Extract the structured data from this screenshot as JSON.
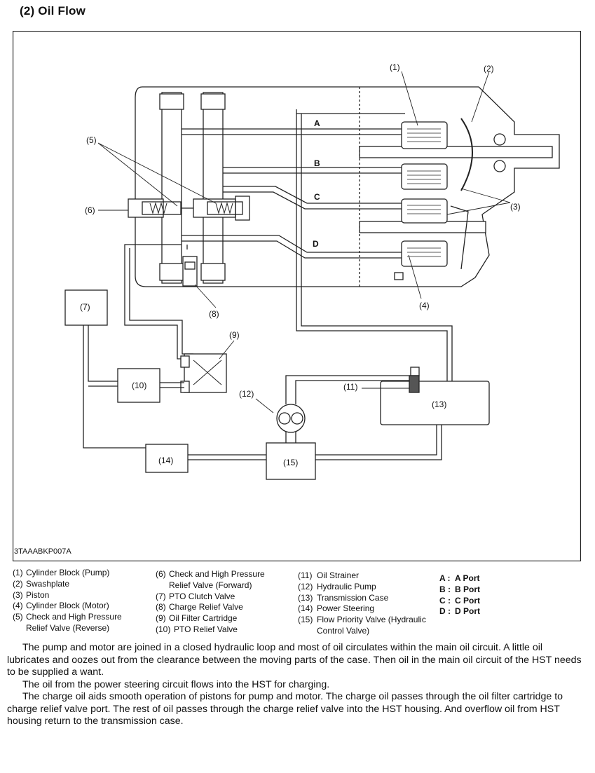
{
  "heading": "(2)  Oil Flow",
  "figure_code": "3TAAABKP007A",
  "ports": {
    "A": "A",
    "B": "B",
    "C": "C",
    "D": "D"
  },
  "callouts": {
    "c1": "(1)",
    "c2": "(2)",
    "c3": "(3)",
    "c4": "(4)",
    "c5": "(5)",
    "c6": "(6)",
    "c7": "(7)",
    "c8": "(8)",
    "c9": "(9)",
    "c10": "(10)",
    "c11": "(11)",
    "c12": "(12)",
    "c13": "(13)",
    "c14": "(14)",
    "c15": "(15)"
  },
  "legend": {
    "col1": [
      {
        "num": "(1)",
        "text": "Cylinder Block (Pump)"
      },
      {
        "num": "(2)",
        "text": "Swashplate"
      },
      {
        "num": "(3)",
        "text": "Piston"
      },
      {
        "num": "(4)",
        "text": "Cylinder Block (Motor)"
      },
      {
        "num": "(5)",
        "text": "Check and High Pressure"
      },
      {
        "num": "",
        "text": "Relief Valve (Reverse)"
      }
    ],
    "col2": [
      {
        "num": "(6)",
        "text": "Check and High Pressure"
      },
      {
        "num": "",
        "text": "Relief Valve (Forward)"
      },
      {
        "num": "(7)",
        "text": "PTO Clutch Valve"
      },
      {
        "num": "(8)",
        "text": "Charge Relief Valve"
      },
      {
        "num": "(9)",
        "text": "Oil Filter Cartridge"
      },
      {
        "num": "(10)",
        "text": "PTO Relief Valve"
      }
    ],
    "col3": [
      {
        "num": "(11)",
        "text": "Oil Strainer"
      },
      {
        "num": "(12)",
        "text": "Hydraulic Pump"
      },
      {
        "num": "(13)",
        "text": "Transmission Case"
      },
      {
        "num": "(14)",
        "text": "Power Steering"
      },
      {
        "num": "(15)",
        "text": "Flow Priority Valve (Hydraulic"
      },
      {
        "num": "",
        "text": "Control Valve)"
      }
    ],
    "ports": [
      {
        "key": "A :",
        "text": "A Port"
      },
      {
        "key": "B :",
        "text": "B Port"
      },
      {
        "key": "C :",
        "text": "C Port"
      },
      {
        "key": "D :",
        "text": "D Port"
      }
    ]
  },
  "paragraphs": [
    "The pump and motor are joined in a closed hydraulic loop and most of oil circulates within the main oil circuit.  A little oil lubricates and oozes out from the clearance between the moving parts of the case.  Then oil in the main oil circuit of the HST needs to be supplied a want.",
    "The oil from the power steering circuit flows into the HST for charging.",
    "The charge oil aids smooth operation of pistons for pump and motor.  The charge oil passes through the oil filter cartridge to charge relief valve port.  The rest of oil passes through the charge relief valve into the HST housing.  And overflow oil from HST housing return to the transmission case."
  ]
}
